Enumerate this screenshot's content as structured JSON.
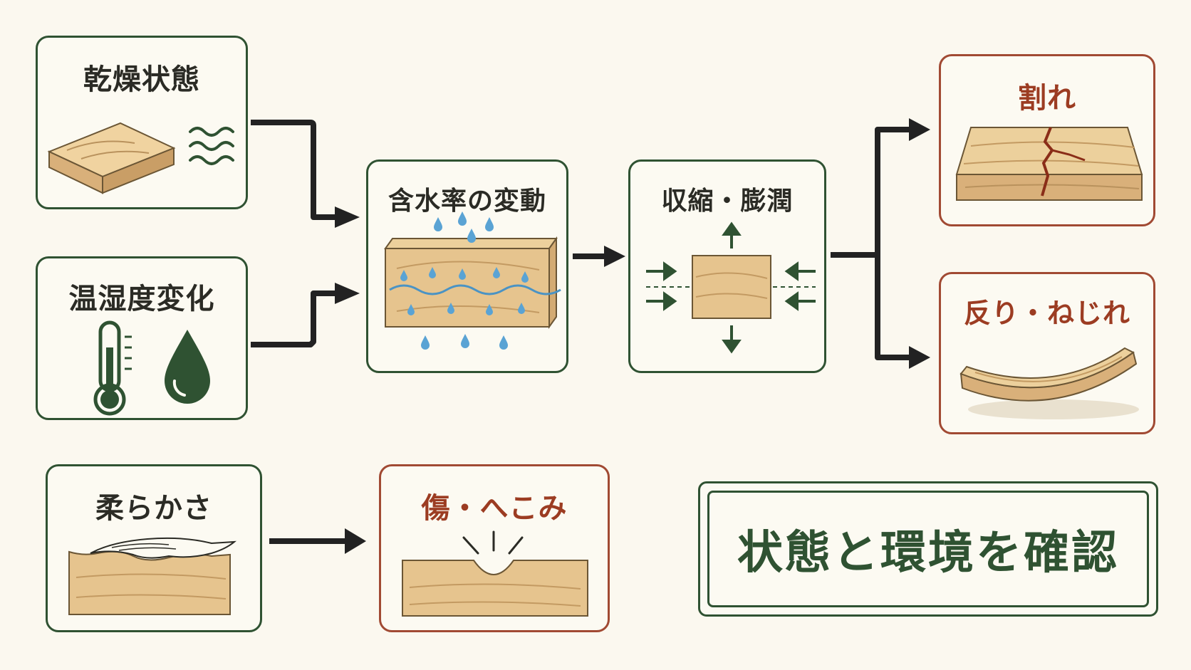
{
  "nodes": {
    "dry": {
      "label": "乾燥状態"
    },
    "temp_humidity": {
      "label": "温湿度変化"
    },
    "moisture": {
      "label": "含水率の変動"
    },
    "shrink": {
      "label": "収縮・膨潤"
    },
    "crack": {
      "label": "割れ"
    },
    "warp": {
      "label": "反り・ねじれ"
    },
    "soft": {
      "label": "柔らかさ"
    },
    "dent": {
      "label": "傷・へこみ"
    }
  },
  "conclusion": {
    "label": "状態と環境を確認"
  },
  "colors": {
    "green_border": "#2f5232",
    "red_border": "#a14a33",
    "wood": "#e6c48e",
    "arrow": "#222222",
    "water": "#4a93c4"
  },
  "icons": [
    "wavy-lines-icon",
    "thermometer-icon",
    "water-drop-icon",
    "crack-icon",
    "hand-icon",
    "expand-arrows-icon"
  ]
}
